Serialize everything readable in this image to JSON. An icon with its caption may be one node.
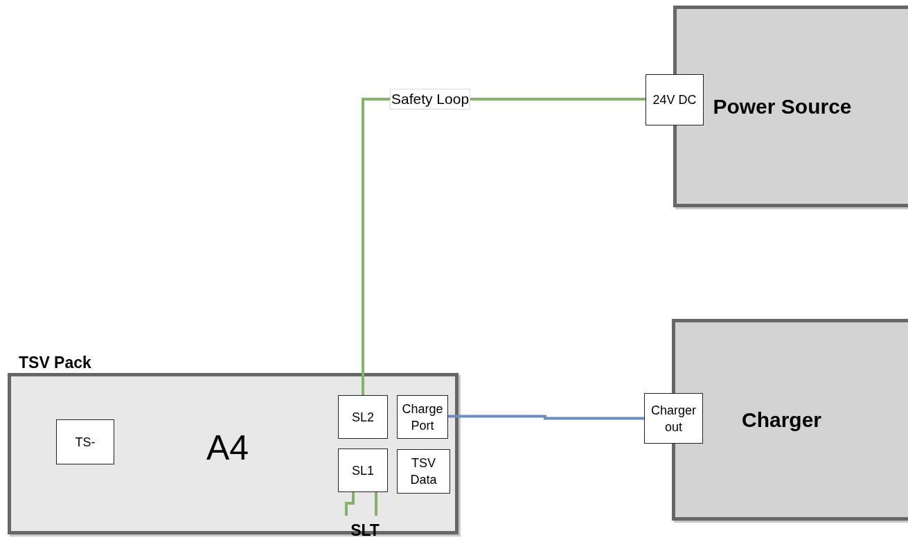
{
  "diagram": {
    "nodes": [
      {
        "text": [
          "Power Source"
        ]
      },
      {
        "text": [
          "24V DC"
        ]
      },
      {
        "text": [
          "Charger"
        ]
      },
      {
        "text": [
          "Charger out"
        ]
      },
      {
        "text": [
          "TSV Pack",
          "A4"
        ]
      },
      {
        "text": [
          "TS-"
        ],
        "in": 4
      },
      {
        "text": [
          "SL2"
        ],
        "in": 4
      },
      {
        "text": [
          "Charge Port"
        ],
        "in": 4
      },
      {
        "text": [
          "SL1"
        ],
        "in": 4
      },
      {
        "text": [
          "TSV Data"
        ],
        "in": 4
      },
      {
        "text": [
          "SLT"
        ],
        "in": 4
      }
    ],
    "edges": [
      {
        "from": 6,
        "to": 1,
        "arrow": "none",
        "label": "Safety Loop"
      },
      {
        "from": 7,
        "to": 3,
        "arrow": "none",
        "color": "#6c8ebf"
      },
      {
        "from": 8,
        "to": 10,
        "arrow": "none"
      },
      {
        "from": 8,
        "to": 10,
        "arrow": "none"
      }
    ]
  }
}
